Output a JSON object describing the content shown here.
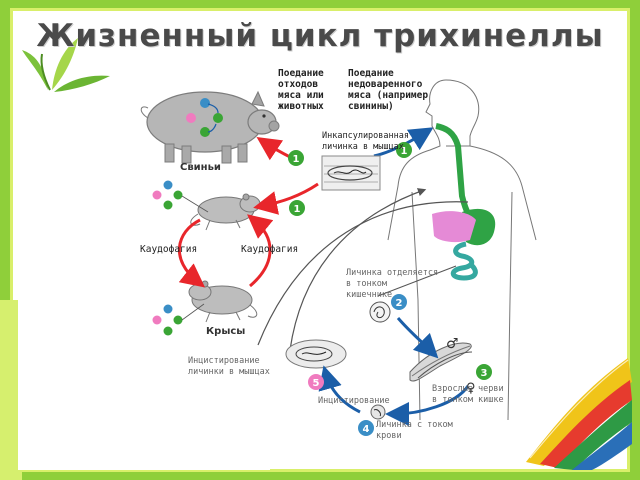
{
  "title": "Жизненный цикл трихинеллы",
  "labels": {
    "eating_waste": "Поедание\nотходов\nмяса или\nживотных",
    "eating_meat": "Поедание\nнедоваренного\nмяса (например\nсвинины)",
    "encapsulated": "Инкапсулированная\nличинка в мышцах",
    "pigs": "Свиньи",
    "caudophagy_left": "Каудофагия",
    "caudophagy_right": "Каудофагия",
    "rats": "Крысы",
    "larva_release": "Личинка отделяется\nв тонком\nкишечнике",
    "adults": "Взрослые черви\nв тонком кишке",
    "larva_vessels": "Личинка с током\nкрови",
    "encyst": "Инцистирование\nличинки в мышцах",
    "stage5": "Инцистирование"
  },
  "stage_numbers": [
    "1",
    "1",
    "1",
    "2",
    "3",
    "4",
    "5"
  ],
  "sex_symbols": {
    "male": "♂",
    "female": "♀"
  },
  "colors": {
    "arrow_red": "#e8262b",
    "arrow_blue": "#1b5ea8",
    "badge_green": "#3aa535",
    "badge_pink": "#f07bbf",
    "gut_green": "#2fa345",
    "liver_pink": "#e58ad6",
    "intestine_teal": "#35a8a0",
    "background_green": "#8fcf3a"
  },
  "icons": [
    "pig-icon",
    "rat-icon",
    "human-outline-icon",
    "leaves-icon",
    "ribbon-icon"
  ]
}
